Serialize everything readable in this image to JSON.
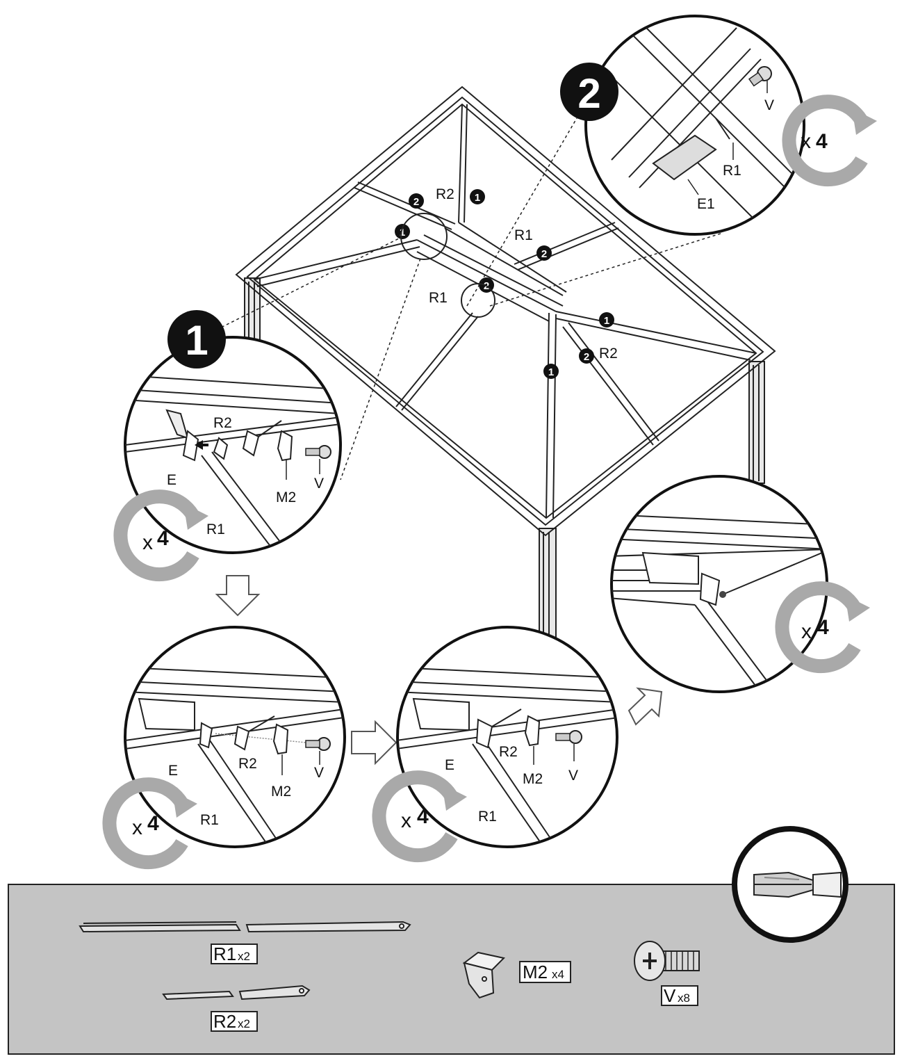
{
  "steps": {
    "step1": "1",
    "step2": "2"
  },
  "markers": {
    "one": "1",
    "two": "2"
  },
  "frame_labels": {
    "r2_top": "R2",
    "r1_upper": "R1",
    "r1_left": "R1",
    "r2_right": "R2"
  },
  "detail_labels": {
    "v": "V",
    "r1": "R1",
    "e1": "E1",
    "r2": "R2",
    "e": "E",
    "m2": "M2"
  },
  "multiplier": {
    "x": "x",
    "count": "4"
  },
  "parts": {
    "r1": {
      "label": "R1",
      "qty": "x2"
    },
    "r2": {
      "label": "R2",
      "qty": "x2"
    },
    "m2": {
      "label": "M2",
      "qty": "x4"
    },
    "v": {
      "label": "V",
      "qty": "x8"
    }
  },
  "colors": {
    "panel_bg": "#c4c4c4",
    "rotate_arrow": "#a9a9a9",
    "ink": "#111111"
  },
  "icons": {
    "rotate": "rotate-clockwise-icon",
    "tool": "phillips-screwdriver-icon",
    "arrow": "outline-arrow-icon"
  }
}
